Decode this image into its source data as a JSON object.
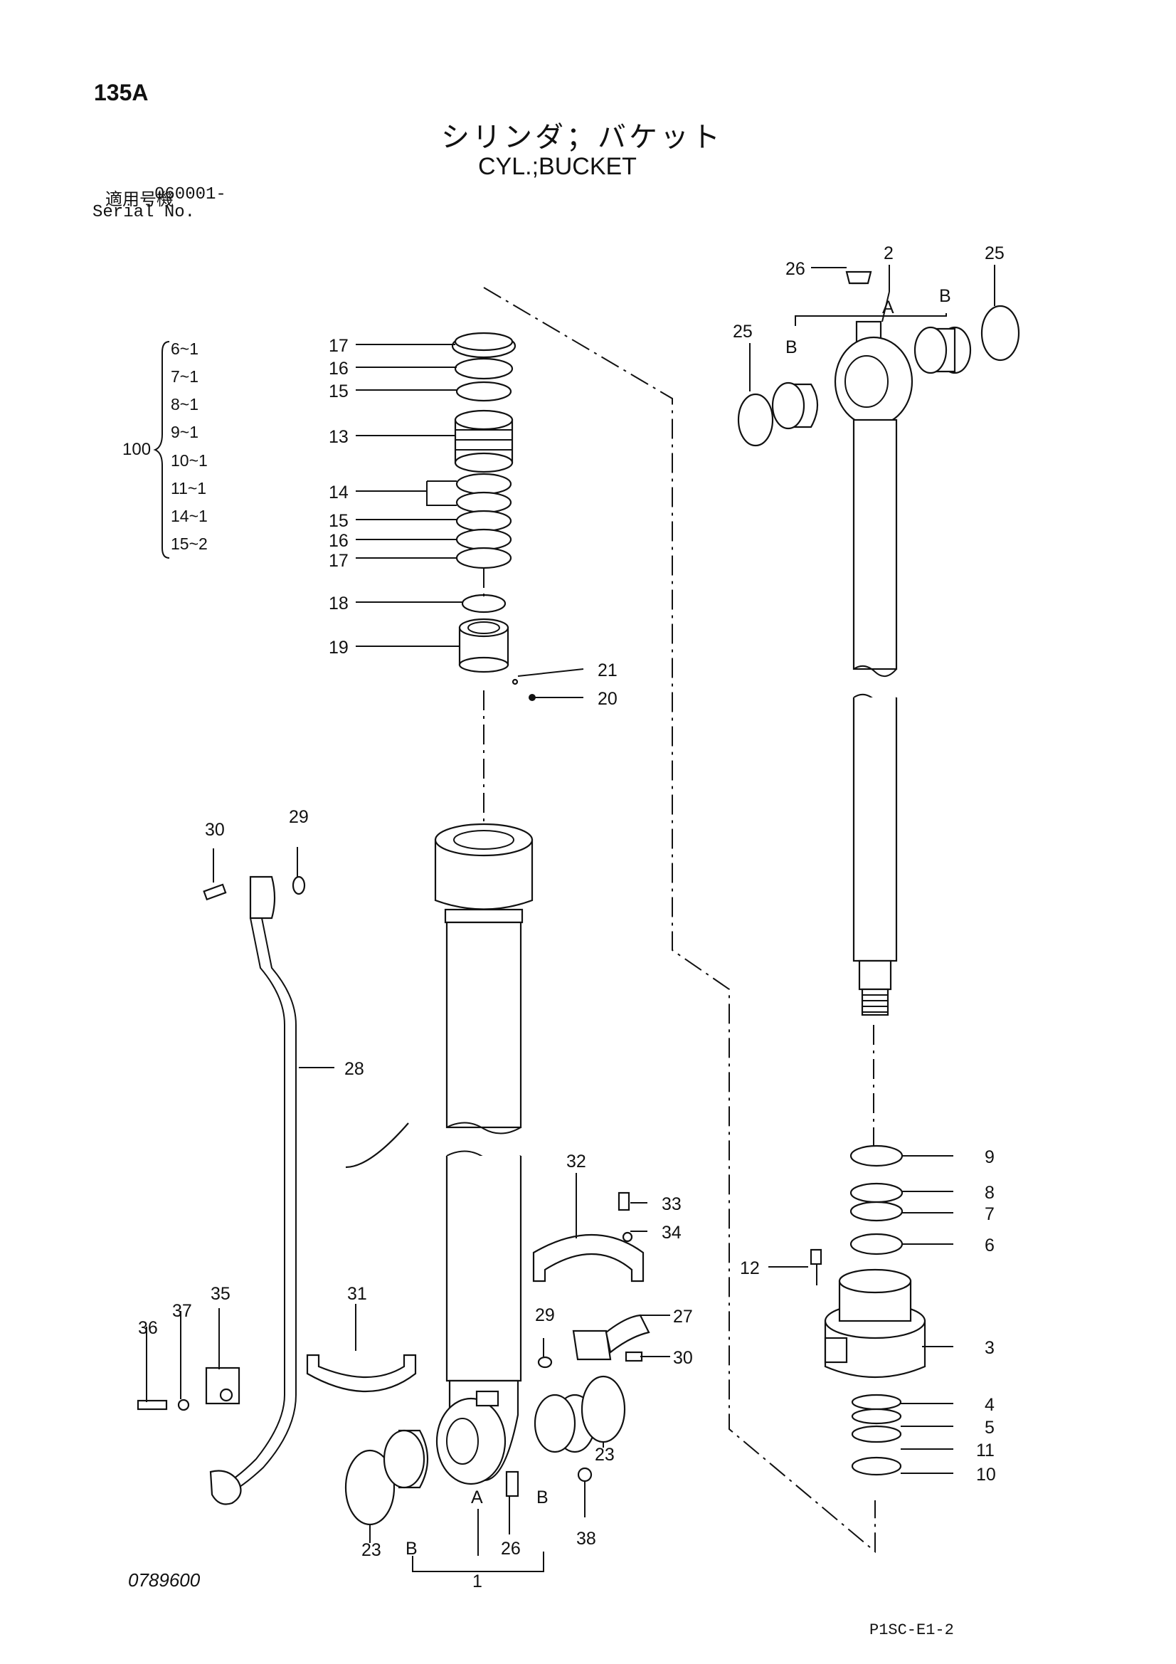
{
  "header": {
    "page_number": "135A",
    "title_jp": "シリンダ；バケット",
    "title_en": "CYL.;BUCKET",
    "serial_label_jp": "適用号機",
    "serial_value": "060001-",
    "serial_label_en": "Serial No."
  },
  "footer": {
    "drawing_number": "0789600",
    "page_ref": "P1SC-E1-2"
  },
  "kit": {
    "number": "100",
    "items": [
      "6~1",
      "7~1",
      "8~1",
      "9~1",
      "10~1",
      "11~1",
      "14~1",
      "15~2"
    ]
  },
  "callouts": {
    "c1": "1",
    "c2": "2",
    "c3": "3",
    "c4": "4",
    "c5": "5",
    "c6": "6",
    "c7": "7",
    "c8": "8",
    "c9": "9",
    "c10": "10",
    "c11": "11",
    "c12": "12",
    "c13": "13",
    "c14": "14",
    "c15a": "15",
    "c15b": "15",
    "c16a": "16",
    "c16b": "16",
    "c17a": "17",
    "c17b": "17",
    "c18": "18",
    "c19": "19",
    "c20": "20",
    "c21": "21",
    "c23a": "23",
    "c23b": "23",
    "c25a": "25",
    "c25b": "25",
    "c26a": "26",
    "c26b": "26",
    "c27": "27",
    "c28": "28",
    "c29a": "29",
    "c29b": "29",
    "c30a": "30",
    "c30b": "30",
    "c31": "31",
    "c32": "32",
    "c33": "33",
    "c34": "34",
    "c35": "35",
    "c36": "36",
    "c37": "37",
    "c38": "38"
  },
  "markers": {
    "a_top": "A",
    "b_top_left": "B",
    "b_top_right": "B",
    "a_bottom": "A",
    "b_bottom_left": "B",
    "b_bottom_right": "B"
  }
}
